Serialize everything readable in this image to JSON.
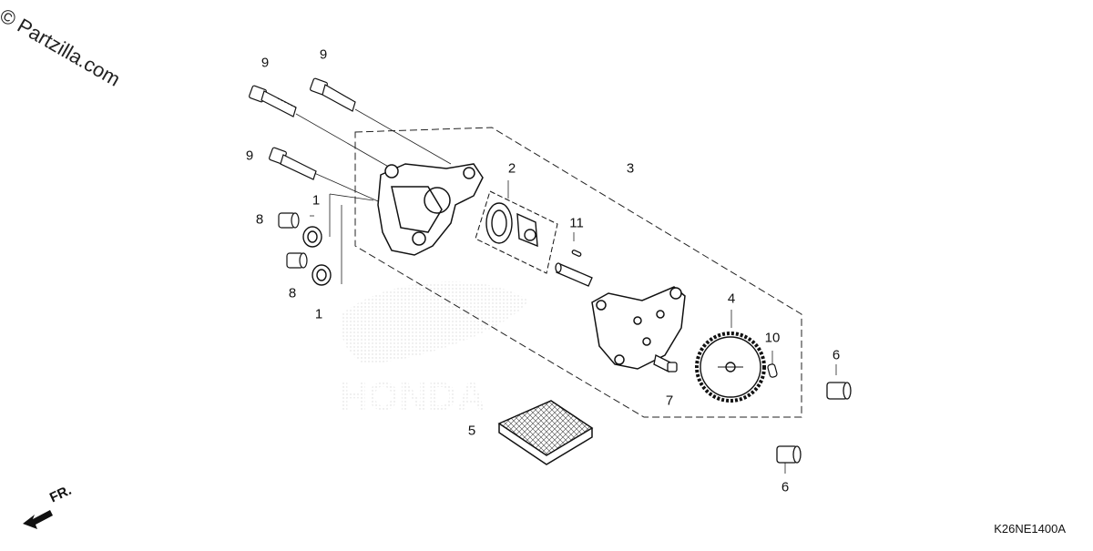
{
  "watermark": "© Partzilla.com",
  "diagram_code": "K26NE1400A",
  "direction_label": "FR.",
  "brand_watermark": "HONDA",
  "callouts": {
    "c1a": "1",
    "c1b": "1",
    "c2": "2",
    "c3": "3",
    "c4": "4",
    "c5": "5",
    "c6a": "6",
    "c6b": "6",
    "c7": "7",
    "c8a": "8",
    "c8b": "8",
    "c9a": "9",
    "c9b": "9",
    "c9c": "9",
    "c10": "10",
    "c11": "11"
  }
}
